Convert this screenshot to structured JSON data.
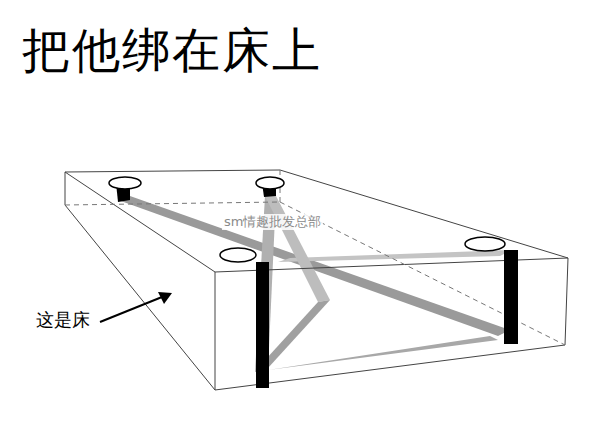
{
  "diagram": {
    "title": "把他绑在床上",
    "labels": [
      "这是床",
      "sm情趣批发总部"
    ]
  }
}
